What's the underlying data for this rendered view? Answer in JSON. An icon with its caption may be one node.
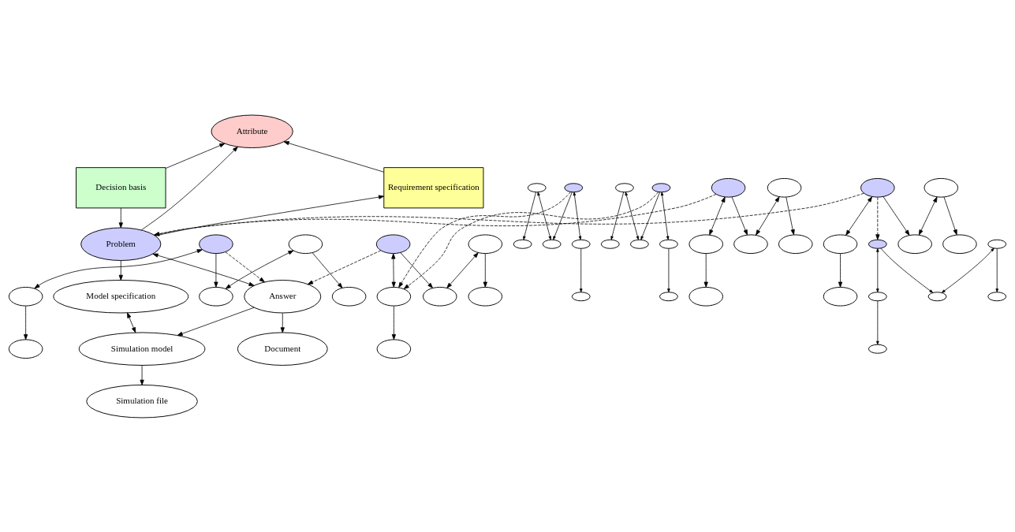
{
  "diagram": {
    "nodes": [
      {
        "text": [
          "Attribute"
        ]
      },
      {
        "text": [
          "Requirement specification"
        ]
      },
      {
        "text": [
          "Decision basis"
        ]
      },
      {
        "text": [
          "Problem"
        ]
      },
      {
        "text": [
          "Answer"
        ]
      },
      {
        "text": [
          "Model specification"
        ]
      },
      {
        "text": [
          "Simulation model"
        ]
      },
      {
        "text": [
          "Document"
        ]
      },
      {
        "text": [
          "Simulation file"
        ]
      },
      {
        "text": [],
        "shape": "ellipse"
      },
      {
        "text": [],
        "shape": "ellipse"
      },
      {
        "text": [],
        "shape": "ellipse"
      },
      {
        "text": [],
        "shape": "ellipse"
      },
      {
        "text": [],
        "shape": "ellipse"
      },
      {
        "text": [],
        "shape": "ellipse"
      },
      {
        "text": [],
        "shape": "ellipse"
      },
      {
        "text": [],
        "shape": "ellipse"
      },
      {
        "text": [],
        "shape": "ellipse"
      },
      {
        "text": [],
        "shape": "ellipse"
      },
      {
        "text": [],
        "shape": "ellipse"
      },
      {
        "text": [],
        "shape": "ellipse"
      },
      {
        "text": [],
        "shape": "ellipse"
      },
      {
        "text": [],
        "shape": "ellipse"
      },
      {
        "text": [],
        "shape": "ellipse"
      },
      {
        "text": [],
        "shape": "ellipse"
      },
      {
        "text": [],
        "shape": "ellipse"
      },
      {
        "text": [],
        "shape": "ellipse"
      },
      {
        "text": [],
        "shape": "ellipse"
      },
      {
        "text": [],
        "shape": "ellipse"
      },
      {
        "text": [],
        "shape": "ellipse"
      },
      {
        "text": [],
        "shape": "ellipse"
      },
      {
        "text": [],
        "shape": "ellipse"
      },
      {
        "text": [],
        "shape": "ellipse"
      },
      {
        "text": [],
        "shape": "ellipse"
      },
      {
        "text": [],
        "shape": "ellipse"
      },
      {
        "text": [],
        "shape": "ellipse"
      },
      {
        "text": [],
        "shape": "ellipse"
      },
      {
        "text": [],
        "shape": "ellipse"
      },
      {
        "text": [],
        "shape": "ellipse"
      },
      {
        "text": [],
        "shape": "ellipse"
      },
      {
        "text": [],
        "shape": "ellipse"
      },
      {
        "text": [],
        "shape": "ellipse"
      },
      {
        "text": [],
        "shape": "ellipse"
      },
      {
        "text": [],
        "shape": "ellipse"
      },
      {
        "text": [],
        "shape": "ellipse"
      },
      {
        "text": [],
        "shape": "ellipse"
      },
      {
        "text": [],
        "shape": "ellipse"
      },
      {
        "text": [],
        "shape": "ellipse"
      },
      {
        "text": [],
        "shape": "ellipse"
      },
      {
        "text": [],
        "shape": "ellipse"
      },
      {
        "text": [],
        "shape": "ellipse"
      }
    ],
    "edges": [
      {
        "from": 1,
        "to": 0,
        "arrow": "to"
      },
      {
        "from": 2,
        "to": 0,
        "arrow": "to"
      },
      {
        "from": 3,
        "to": 0,
        "arrow": "to"
      },
      {
        "from": 3,
        "to": 1,
        "arrow": "to"
      },
      {
        "from": 2,
        "to": 3,
        "arrow": "to"
      },
      {
        "from": 4,
        "to": 3,
        "arrow": "both"
      },
      {
        "from": 3,
        "to": 5,
        "arrow": "to"
      },
      {
        "from": 5,
        "to": 6,
        "arrow": "both"
      },
      {
        "from": 4,
        "to": 6,
        "arrow": "to"
      },
      {
        "from": 4,
        "to": 7,
        "arrow": "to"
      },
      {
        "from": 6,
        "to": 8,
        "arrow": "to"
      },
      {
        "from": 9,
        "to": 10,
        "arrow": "both"
      },
      {
        "from": 9,
        "to": 11,
        "arrow": "to"
      },
      {
        "from": 10,
        "to": 13,
        "arrow": "to"
      },
      {
        "from": 12,
        "to": 11,
        "arrow": "both"
      },
      {
        "from": 12,
        "to": 14,
        "arrow": "to"
      },
      {
        "from": 15,
        "to": 16,
        "arrow": "both"
      },
      {
        "from": 15,
        "to": 17,
        "arrow": "to"
      },
      {
        "from": 16,
        "to": 19,
        "arrow": "to"
      },
      {
        "from": 18,
        "to": 17,
        "arrow": "both"
      },
      {
        "from": 18,
        "to": 20,
        "arrow": "to"
      },
      {
        "from": 21,
        "to": 22,
        "arrow": "both"
      },
      {
        "from": 21,
        "to": 23,
        "arrow": "to"
      },
      {
        "from": 22,
        "to": 25,
        "arrow": "to"
      },
      {
        "from": 24,
        "to": 23,
        "arrow": "both"
      },
      {
        "from": 24,
        "to": 26,
        "arrow": "to"
      },
      {
        "from": 27,
        "to": 28,
        "arrow": "both"
      },
      {
        "from": 27,
        "to": 29,
        "arrow": "to"
      },
      {
        "from": 28,
        "to": 31,
        "arrow": "to"
      },
      {
        "from": 30,
        "to": 29,
        "arrow": "both"
      },
      {
        "from": 30,
        "to": 32,
        "arrow": "to"
      },
      {
        "from": 33,
        "to": 34,
        "arrow": "both"
      },
      {
        "from": 33,
        "to": 35,
        "arrow": "to"
      },
      {
        "from": 34,
        "to": 37,
        "arrow": "to"
      },
      {
        "from": 36,
        "to": 35,
        "arrow": "both"
      },
      {
        "from": 36,
        "to": 38,
        "arrow": "to"
      },
      {
        "from": 39,
        "to": 40,
        "arrow": "both"
      },
      {
        "from": 39,
        "to": 41,
        "arrow": "to"
      },
      {
        "from": 40,
        "to": 43,
        "arrow": "to"
      },
      {
        "from": 42,
        "to": 41,
        "arrow": "both"
      },
      {
        "from": 42,
        "to": 44,
        "arrow": "to"
      },
      {
        "from": 45,
        "to": 46,
        "arrow": "both"
      },
      {
        "from": 45,
        "to": 47,
        "arrow": "to"
      },
      {
        "from": 46,
        "to": 49,
        "arrow": "to"
      },
      {
        "from": 48,
        "to": 47,
        "arrow": "both"
      },
      {
        "from": 48,
        "to": 50,
        "arrow": "to"
      },
      {
        "from": 9,
        "to": 4,
        "arrow": "to",
        "style": "dashed"
      },
      {
        "from": 15,
        "to": 4,
        "arrow": "to",
        "style": "dashed"
      },
      {
        "from": 21,
        "to": 16,
        "arrow": "to",
        "style": "dashed"
      },
      {
        "from": 27,
        "to": 16,
        "arrow": "to",
        "style": "dashed"
      },
      {
        "from": 33,
        "to": 3,
        "arrow": "to",
        "style": "dashed"
      },
      {
        "from": 39,
        "to": 3,
        "arrow": "to",
        "style": "dashed"
      },
      {
        "from": 39,
        "to": 45,
        "arrow": "to",
        "style": "dashed"
      }
    ]
  }
}
